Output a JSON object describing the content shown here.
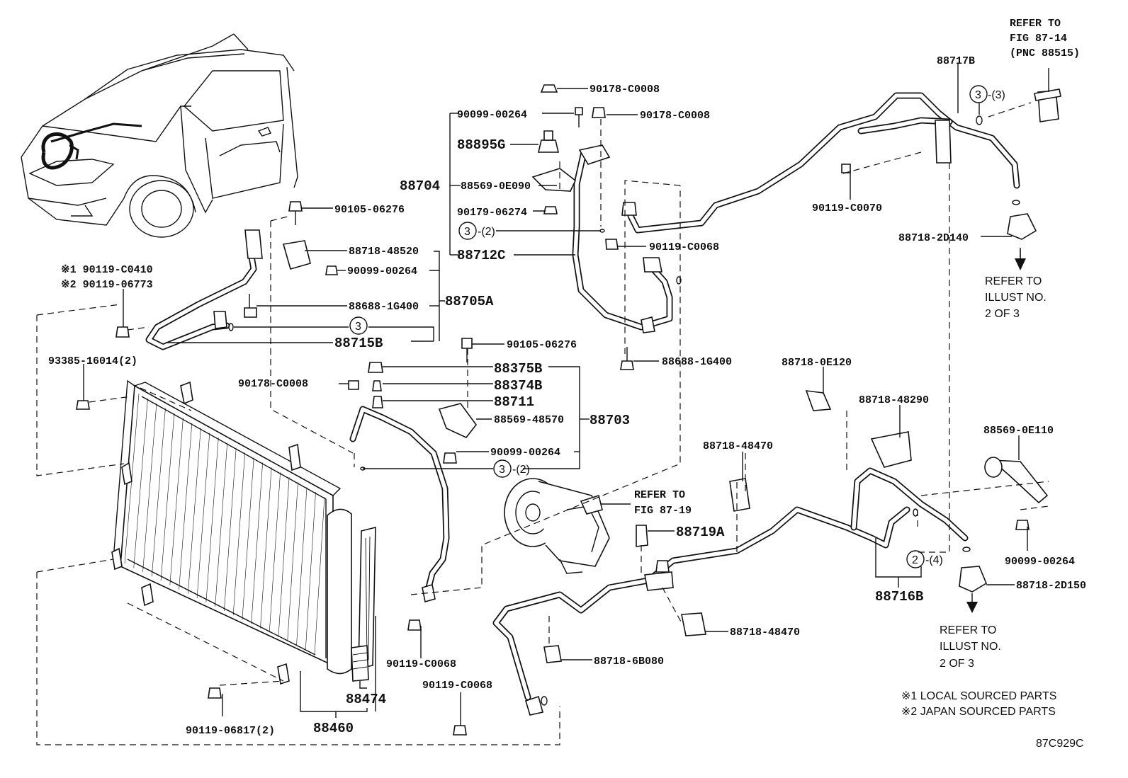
{
  "figure_code": "87C929C",
  "refer_notes": {
    "fig_87_14": [
      "REFER TO",
      "FIG 87-14",
      "(PNC 88515)"
    ],
    "fig_87_19": [
      "REFER TO",
      "FIG 87-19"
    ],
    "illust_right_upper": [
      "REFER TO",
      "ILLUST NO.",
      "2 OF 3"
    ],
    "illust_right_lower": [
      "REFER TO",
      "ILLUST NO.",
      "2 OF 3"
    ]
  },
  "legend": {
    "local": "※1 LOCAL SOURCED PARTS",
    "japan": "※2 JAPAN SOURCED PARTS"
  },
  "labels": {
    "p88717B": "88717B",
    "p88704": "88704",
    "p88895G": "88895G",
    "p88712C": "88712C",
    "p88705A": "88705A",
    "p88715B": "88715B",
    "p88375B": "88375B",
    "p88374B": "88374B",
    "p88711": "88711",
    "p88703": "88703",
    "p88719A": "88719A",
    "p88716B": "88716B",
    "p88474": "88474",
    "p88460": "88460",
    "b90178_top": "90178-C0008",
    "b90099_top": "90099-00264",
    "b90178_mid": "90178-C0008",
    "b88569_0E090": "88569-0E090",
    "b90179": "90179-06274",
    "b90105_a": "90105-06276",
    "b88718_48520": "88718-48520",
    "b90099_mid": "90099-00264",
    "b88688_a": "88688-1G400",
    "b90119_C0410": "※1 90119-C0410",
    "b90119_06773": "※2 90119-06773",
    "b93385": "93385-16014(2)",
    "b90105_b": "90105-06276",
    "b90178_low": "90178-C0008",
    "b88569_48570": "88569-48570",
    "b90099_low": "90099-00264",
    "b90119_C0068_a": "90119-C0068",
    "b88688_b": "88688-1G400",
    "b90119_C0070": "90119-C0070",
    "b88718_2D140": "88718-2D140",
    "b88718_0E120": "88718-0E120",
    "b88718_48290": "88718-48290",
    "b88569_0E110": "88569-0E110",
    "b88718_48470_a": "88718-48470",
    "b88718_48470_b": "88718-48470",
    "b90099_right": "90099-00264",
    "b88718_2D150": "88718-2D150",
    "b88718_6B080": "88718-6B080",
    "b90119_C0068_b": "90119-C0068",
    "b90119_C0068_c": "90119-C0068",
    "b90119_06817": "90119-06817(2)"
  },
  "callouts": {
    "c3_top_right": "3",
    "c3_top_right_qty": "-(3)",
    "c3_mid": "3",
    "c3_mid_qty": "-(2)",
    "c3_left": "3",
    "c3_low": "3",
    "c3_low_qty": "-(2)",
    "c2_right": "2",
    "c2_right_qty": "-(4)"
  }
}
